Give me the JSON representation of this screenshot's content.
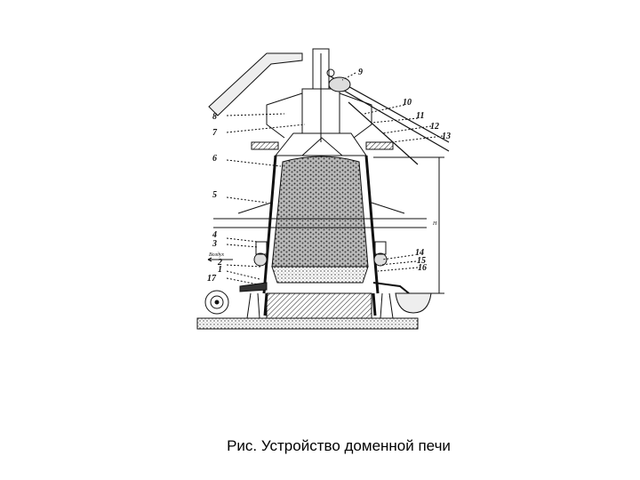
{
  "figure": {
    "caption": "Рис. Устройство доменной печи",
    "labels": [
      "1",
      "2",
      "3",
      "4",
      "5",
      "6",
      "7",
      "8",
      "9",
      "10",
      "11",
      "12",
      "13",
      "14",
      "15",
      "16",
      "17"
    ],
    "air_label": "Воздух",
    "height_label": "H"
  }
}
